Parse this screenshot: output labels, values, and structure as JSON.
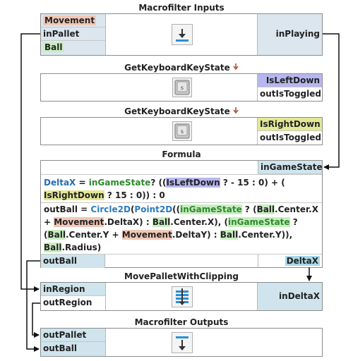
{
  "inputs": {
    "title": "Macrofilter Inputs",
    "ports": [
      "Movement",
      "inPallet",
      "Ball"
    ],
    "out_port": "inPlaying"
  },
  "keystate1": {
    "title": "GetKeyboardKeyState",
    "outputs": [
      "IsLeftDown",
      "outIsToggled"
    ]
  },
  "keystate2": {
    "title": "GetKeyboardKeyState",
    "outputs": [
      "IsRightDown",
      "outIsToggled"
    ]
  },
  "formula": {
    "title": "Formula",
    "input": "inGameState",
    "line1": {
      "t1": "DeltaX",
      "t2": " = ",
      "t3": "inGameState",
      "t4": "? ((",
      "t5": "IsLeftDown",
      "t6": " ? - 15 : 0) + (",
      "t7": "IsRightDown",
      "t8": " ? 15 : 0)) : 0"
    },
    "line2": {
      "t1": "outBall",
      "t2": " = ",
      "t3": "Circle2D",
      "t4": "(",
      "t5": "Point2D",
      "t6": "((",
      "t7": "inGameState",
      "t8": " ? (",
      "t9": "Ball",
      "t10": ".Center.X + ",
      "t11": "Movement",
      "t12": ".DeltaX) : ",
      "t13": "Ball",
      "t14": ".Center.X), (",
      "t15": "inGameState",
      "t16": " ? (",
      "t17": "Ball",
      "t18": ".Center.Y + ",
      "t19": "Movement",
      "t20": ".DeltaY) : ",
      "t21": "Ball",
      "t22": ".Center.Y)), ",
      "t23": "Ball",
      "t24": ".Radius)"
    },
    "out_left": "outBall",
    "out_right": "DeltaX"
  },
  "move": {
    "title": "MovePalletWithClipping",
    "inputs": [
      "inRegion",
      "outRegion"
    ],
    "out_port": "inDeltaX"
  },
  "outputs": {
    "title": "Macrofilter Outputs",
    "ports": [
      "outPallet",
      "outBall"
    ]
  },
  "icons": {
    "inputs": "download-arrow-icon",
    "key": "keyboard-key-icon",
    "move": "filter-stack-icon",
    "outputs": "upload-arrow-icon",
    "title_marker": "down-arrow-icon"
  },
  "colors": {
    "accent": "#2a8fd6",
    "port_pink": "#f0c8b8",
    "port_green": "#c8eec0",
    "port_blue": "#dbe6ef",
    "port_purple": "#b8b6ee",
    "port_yellow": "#e3e896"
  }
}
